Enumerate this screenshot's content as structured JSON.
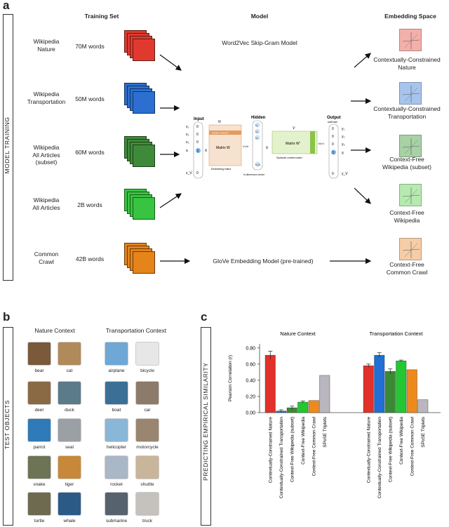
{
  "panels": {
    "a": "a",
    "b": "b",
    "c": "c"
  },
  "section_a": {
    "side_label": "MODEL TRAINING",
    "col_training": "Training Set",
    "col_model": "Model",
    "col_embedding": "Embedding Space",
    "datasets": [
      {
        "name": "Wikipedia\nNature",
        "size": "70M words",
        "color": "#e03a2f"
      },
      {
        "name": "Wikipedia\nTransportation",
        "size": "50M words",
        "color": "#2c6fd0"
      },
      {
        "name": "Wikipedia\nAll Articles\n(subset)",
        "size": "60M words",
        "color": "#3f8a3a"
      },
      {
        "name": "Wikipedia\nAll Articles",
        "size": "2B words",
        "color": "#38c440"
      },
      {
        "name": "Common\nCrawl",
        "size": "42B words",
        "color": "#e4841a"
      }
    ],
    "model_top": "Word2Vec Skip-Gram Model",
    "model_bottom": "GloVe Embedding Model (pre-trained)",
    "embeddings": [
      {
        "label": "Contextually-Constrained\nNature",
        "bg": "#f3b0ab"
      },
      {
        "label": "Contextually-Constrained\nTransportation",
        "bg": "#a7c4ec"
      },
      {
        "label": "Context-Free\nWikipedia (subset)",
        "bg": "#a8d1a5"
      },
      {
        "label": "Context-Free\nWikipedia",
        "bg": "#b6eab0"
      },
      {
        "label": "Context-Free\nCommon Crawl",
        "bg": "#f5cda6"
      }
    ],
    "nn": {
      "input": "Input",
      "hidden": "Hidden",
      "output": "Output",
      "softmax": "softmax",
      "N": "N",
      "V": "V",
      "matrix_w": "Matrix W",
      "matrix_w2": "Matrix W'",
      "vector_of_word": "Vector of word i",
      "embedding_matrix": "Embedding matrix",
      "ndim": "N-dimension vector",
      "syntactic": "Syntactic context matrix",
      "times": "x",
      "x1": "x₁",
      "x2": "x₂",
      "x3": "x₃",
      "xi": "xᵢ",
      "xv": "x_V",
      "h1": "h₁",
      "h2": "h₂",
      "h3": "h₃",
      "hn": "h_N",
      "y1": "y₁",
      "y2": "y₂",
      "y3": "y₃",
      "yj": "yⱼ",
      "yv": "y_V",
      "vn": "V×N",
      "nv": "N×V",
      "zero": "0",
      "one": "1",
      "dot": "·"
    }
  },
  "section_b": {
    "side_label": "TEST OBJECTS",
    "nature_title": "Nature Context",
    "transport_title": "Transportation Context",
    "nature_items": [
      "bear",
      "cat",
      "deer",
      "duck",
      "parrot",
      "seal",
      "snake",
      "tiger",
      "turtle",
      "whale"
    ],
    "transport_items": [
      "airplane",
      "bicycle",
      "boat",
      "car",
      "helicopter",
      "motorcycle",
      "rocket",
      "shuttle",
      "submarine",
      "truck"
    ]
  },
  "section_c": {
    "side_label": "PREDICTING EMPIRICAL SIMILARITY"
  },
  "chart_data": {
    "type": "bar",
    "ylabel": "Pearson Correlation (r)",
    "ylim": [
      0,
      0.85
    ],
    "yticks": [
      "0.00",
      "0.20",
      "0.40",
      "0.60",
      "0.80"
    ],
    "groups": [
      "Nature Context",
      "Transportation Context"
    ],
    "categories": [
      "Contextually-Constrained Nature",
      "Contextually-Constrained Transportation",
      "Context-Free Wikipedia (subset)",
      "Context-Free Wikipedia",
      "Context-Free Common Crawl",
      "SPoSE Triplets"
    ],
    "colors": [
      "#e2302a",
      "#1f6fd6",
      "#3a8a35",
      "#22c732",
      "#ee8a1b",
      "#b9b6bf"
    ],
    "series": [
      {
        "values": [
          0.71,
          0.02,
          0.06,
          0.13,
          0.15,
          0.46
        ],
        "errors": [
          0.05,
          0.015,
          0.02,
          0.015,
          0,
          0
        ]
      },
      {
        "values": [
          0.58,
          0.71,
          0.51,
          0.64,
          0.53,
          0.16
        ],
        "errors": [
          0.02,
          0.03,
          0.03,
          0.01,
          0,
          0
        ]
      }
    ]
  }
}
